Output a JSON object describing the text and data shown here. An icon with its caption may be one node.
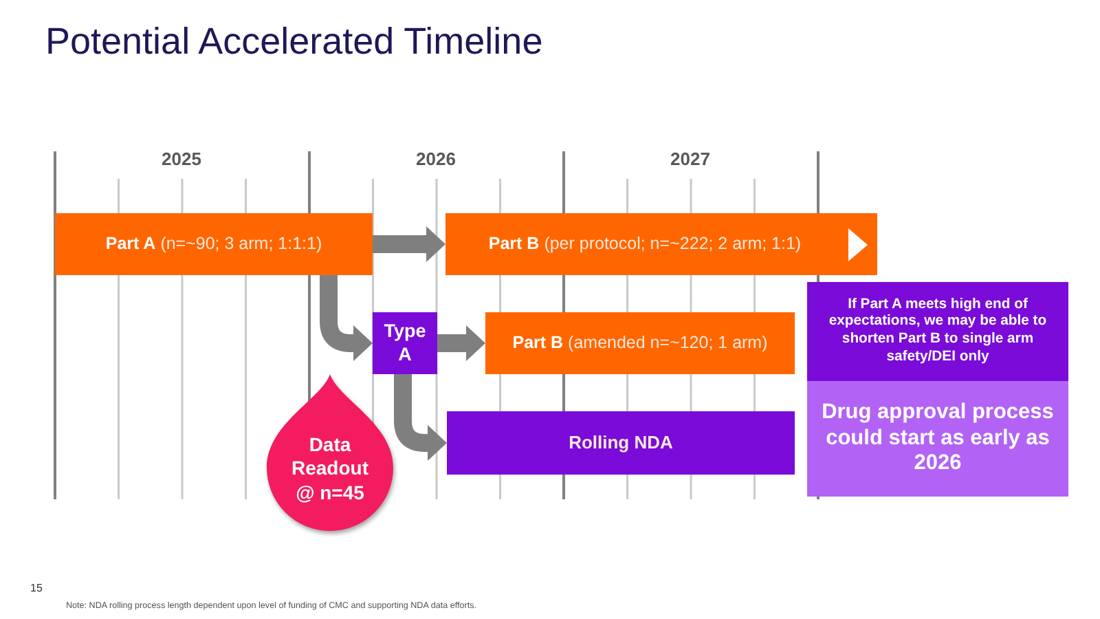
{
  "diagram": {
    "title": "Potential Accelerated Timeline",
    "nodes": [
      {
        "text": [
          "**Part A** (n=~90; 3 arm; 1:1:1)"
        ]
      },
      {
        "text": [
          "**Part B** (per protocol; n=~222; 2 arm; 1:1)"
        ]
      },
      {
        "text": [
          "Type A"
        ]
      },
      {
        "text": [
          "**Part B** (amended n=~120; 1 arm)"
        ]
      },
      {
        "text": [
          "If Part A meets high end of expectations, we may be able to shorten Part B to single arm safety/DEI only"
        ]
      },
      {
        "text": [
          "Data Readout @ n=45"
        ]
      },
      {
        "text": [
          "Rolling NDA"
        ]
      },
      {
        "text": [
          "Drug approval process could start as early as 2026"
        ]
      }
    ],
    "edges": [
      {
        "from": 0,
        "to": 1,
        "arrow": "to"
      },
      {
        "from": 0,
        "to": 2,
        "arrow": "to"
      },
      {
        "from": 2,
        "to": 3,
        "arrow": "to"
      },
      {
        "from": 2,
        "to": 6,
        "arrow": "to"
      }
    ],
    "labels": [
      "2025",
      "2026",
      "2027",
      "15",
      "Note: NDA rolling process length dependent upon level of funding of CMC and supporting NDA data efforts."
    ]
  }
}
